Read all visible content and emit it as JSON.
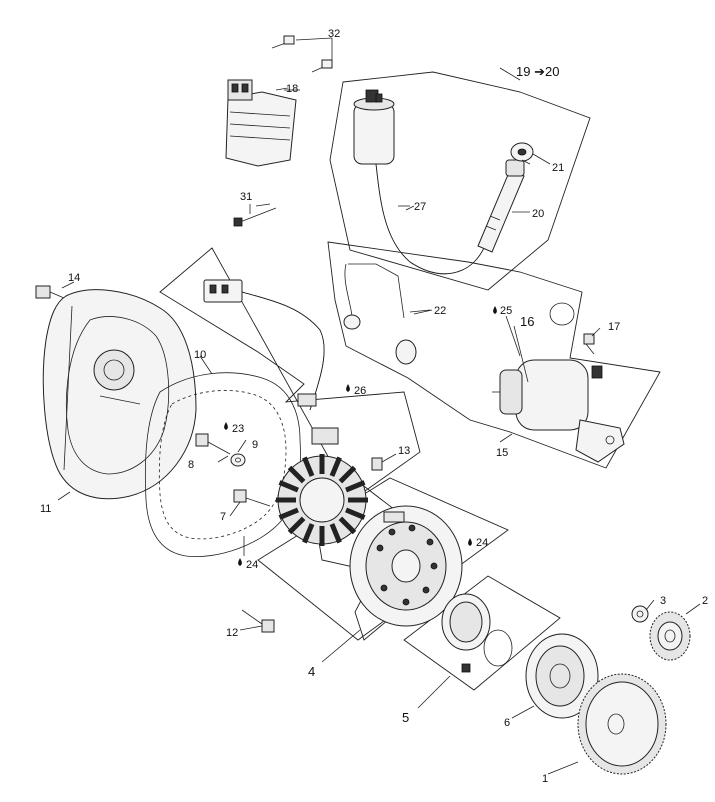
{
  "diagram": {
    "callouts": [
      {
        "key": "c32",
        "label": "32"
      },
      {
        "key": "c18",
        "label": "18"
      },
      {
        "key": "c19_20",
        "label": "19 ➔20"
      },
      {
        "key": "c21",
        "label": "21"
      },
      {
        "key": "c27",
        "label": "27"
      },
      {
        "key": "c20",
        "label": "20"
      },
      {
        "key": "c31",
        "label": "31"
      },
      {
        "key": "c14",
        "label": "14"
      },
      {
        "key": "c22",
        "label": "22"
      },
      {
        "key": "c25",
        "label": "25"
      },
      {
        "key": "c16",
        "label": "16"
      },
      {
        "key": "c17",
        "label": "17"
      },
      {
        "key": "c10",
        "label": "10"
      },
      {
        "key": "c26",
        "label": "26"
      },
      {
        "key": "c23",
        "label": "23"
      },
      {
        "key": "c9",
        "label": "9"
      },
      {
        "key": "c8",
        "label": "8"
      },
      {
        "key": "c13",
        "label": "13"
      },
      {
        "key": "c15",
        "label": "15"
      },
      {
        "key": "c11",
        "label": "11"
      },
      {
        "key": "c7",
        "label": "7"
      },
      {
        "key": "c24a",
        "label": "24"
      },
      {
        "key": "c24b",
        "label": "24"
      },
      {
        "key": "c12",
        "label": "12"
      },
      {
        "key": "c3",
        "label": "3"
      },
      {
        "key": "c2",
        "label": "2"
      },
      {
        "key": "c4",
        "label": "4"
      },
      {
        "key": "c6",
        "label": "6"
      },
      {
        "key": "c5",
        "label": "5"
      },
      {
        "key": "c1",
        "label": "1"
      }
    ]
  }
}
